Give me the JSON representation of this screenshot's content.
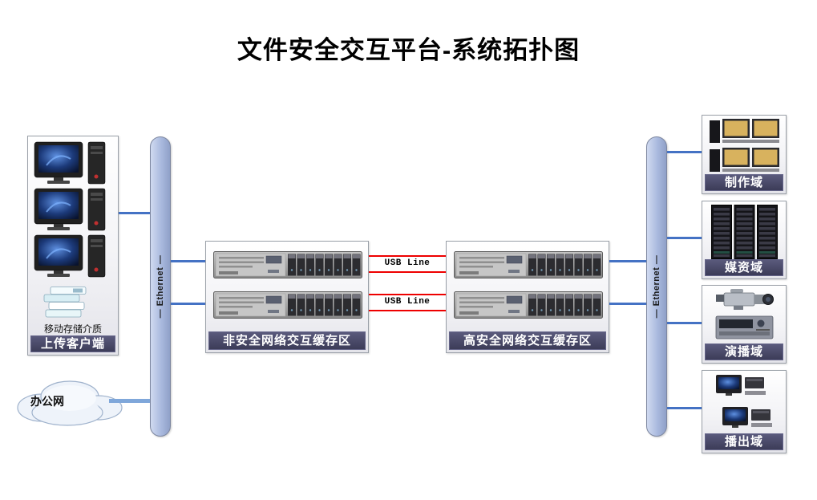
{
  "title": "文件安全交互平台-系统拓扑图",
  "left": {
    "client": {
      "label": "上传客户端",
      "storage_label": "移动存储介质"
    },
    "ethernet_label": "Ethernet",
    "cloud_label": "办公网"
  },
  "center": {
    "nonsecure_label": "非安全网络交互缓存区",
    "secure_label": "高安全网络交互缓存区",
    "usb_labels": [
      "USB Line",
      "USB Line"
    ]
  },
  "right": {
    "ethernet_label": "Ethernet",
    "domains": [
      {
        "label": "制作域"
      },
      {
        "label": "媒资域"
      },
      {
        "label": "演播域"
      },
      {
        "label": "播出域"
      }
    ]
  },
  "colors": {
    "label_bg": "#43435f",
    "line_blue": "#4472c4",
    "usb_red": "#ee0000",
    "ethernet_fill": "#a9b9de"
  }
}
